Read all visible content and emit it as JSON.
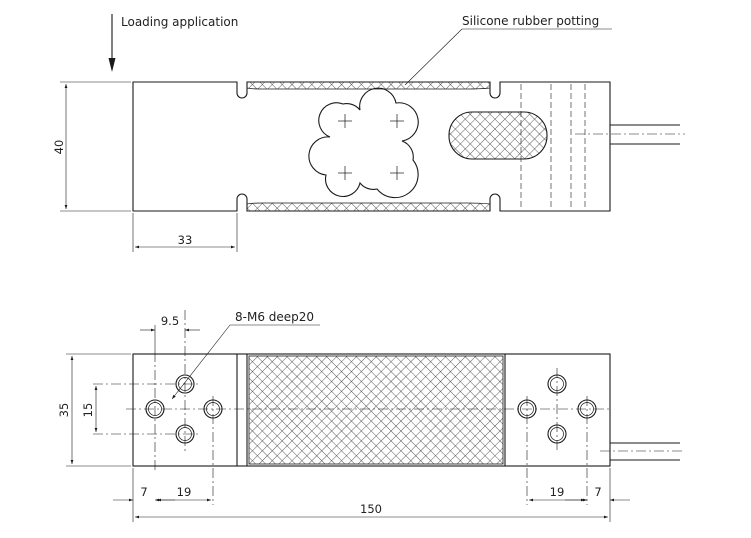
{
  "top_view": {
    "load_label": "Loading application",
    "potting_label": "Silicone rubber potting",
    "dim_height": "40",
    "dim_left_offset": "33"
  },
  "bottom_view": {
    "thread_label": "8-M6 deep20",
    "dim_hole_pitch_small": "9.5",
    "dim_height": "35",
    "dim_hole_spacing": "15",
    "dim_left_edge": "7",
    "dim_left_spacing": "19",
    "dim_right_spacing": "19",
    "dim_right_edge": "7",
    "dim_total_length": "150"
  }
}
